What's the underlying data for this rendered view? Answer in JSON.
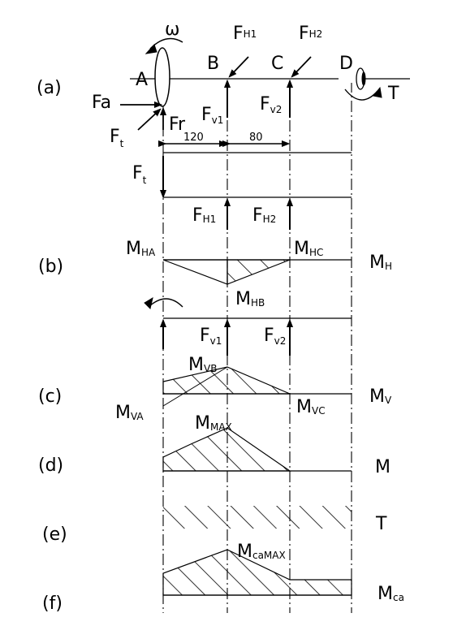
{
  "panels": {
    "a": "(a)",
    "b": "(b)",
    "c": "(c)",
    "d": "(d)",
    "e": "(e)",
    "f": "(f)"
  },
  "points": {
    "A": "A",
    "B": "B",
    "C": "C",
    "D": "D"
  },
  "loads": {
    "omega": "ω",
    "Fa": "Fa",
    "Ft_main": "F",
    "Ft_sub": "t",
    "Fr_main": "Fr",
    "FH1_main": "F",
    "FH1_sub": "H1",
    "FH2_main": "F",
    "FH2_sub": "H2",
    "Fv1_main": "F",
    "Fv1_sub": "v1",
    "Fv2_main": "F",
    "Fv2_sub": "v2",
    "T": "T"
  },
  "dimensions": {
    "ab": "120",
    "bc": "80"
  },
  "moments": {
    "M": "M",
    "HA": "HA",
    "HB": "HB",
    "HC": "HC",
    "H": "H",
    "VA": "VA",
    "VB": "VB",
    "VC": "VC",
    "V": "V",
    "MAX": "MAX",
    "caMAX": "caMAX",
    "ca": "ca",
    "T": "T"
  }
}
